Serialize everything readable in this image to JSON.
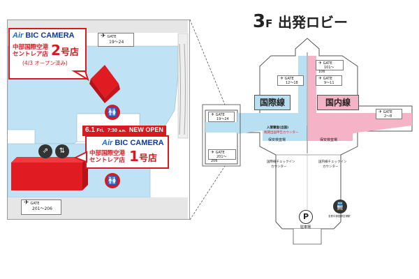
{
  "title": {
    "floor": "3",
    "floor_unit": "F",
    "text": "出発ロビー"
  },
  "store2": {
    "brand_prefix": "Air",
    "brand": "BIC CAMERA",
    "name_line1": "中部国際空港",
    "name_line2": "セントレア店",
    "number": "2",
    "suffix": "号店",
    "note": "(4/3 オープン済み)"
  },
  "store1": {
    "banner_date": "6.1",
    "banner_day": "Fri.",
    "banner_time": "7:30",
    "banner_ampm": "a.m.",
    "banner_text": "NEW OPEN",
    "brand_prefix": "Air",
    "brand": "BIC CAMERA",
    "name_line1": "中部国際空港",
    "name_line2": "セントレア店",
    "number": "1",
    "suffix": "号店"
  },
  "gates": {
    "zoom_upper": {
      "label": "GATE",
      "range": "19～24"
    },
    "zoom_lower": {
      "label": "GATE",
      "range": "201～206"
    },
    "map_a": {
      "label": "GATE",
      "range": "19～24"
    },
    "map_b": {
      "label": "GATE",
      "range": "201～206"
    },
    "map_c": {
      "label": "GATE",
      "range": "12～18"
    },
    "map_d": {
      "label": "GATE",
      "range": "101～106"
    },
    "map_e": {
      "label": "GATE",
      "range": "9～11"
    },
    "map_f": {
      "label": "GATE",
      "range": "2～8"
    }
  },
  "sections": {
    "international": "国際線",
    "domestic": "国内線"
  },
  "labels": {
    "immigration": "入管審査(出国)",
    "immigration_sub": "税関出国申告カウンター",
    "security_intl": "保安検査場",
    "security_dom": "保安検査場",
    "checkin_intl_1": "国際線チェックイン",
    "checkin_intl_2": "カウンター",
    "checkin_dom_1": "国内線チェックイン",
    "checkin_dom_2": "カウンター",
    "parking_letter": "P",
    "parking_text": "駐車場",
    "station_text": "名鉄中部国際空港駅"
  },
  "colors": {
    "accent": "#d71920",
    "brand_blue": "#0b3aa8",
    "international": "#b9dff2",
    "domestic": "#f4b3c6",
    "zone_blue": "#bfe3f5",
    "floor_gray": "#e6e6e6"
  },
  "icons": [
    "airplane-icon",
    "toilet-icon",
    "escalator-icon",
    "elevator-icon",
    "train-icon",
    "parking-icon"
  ]
}
